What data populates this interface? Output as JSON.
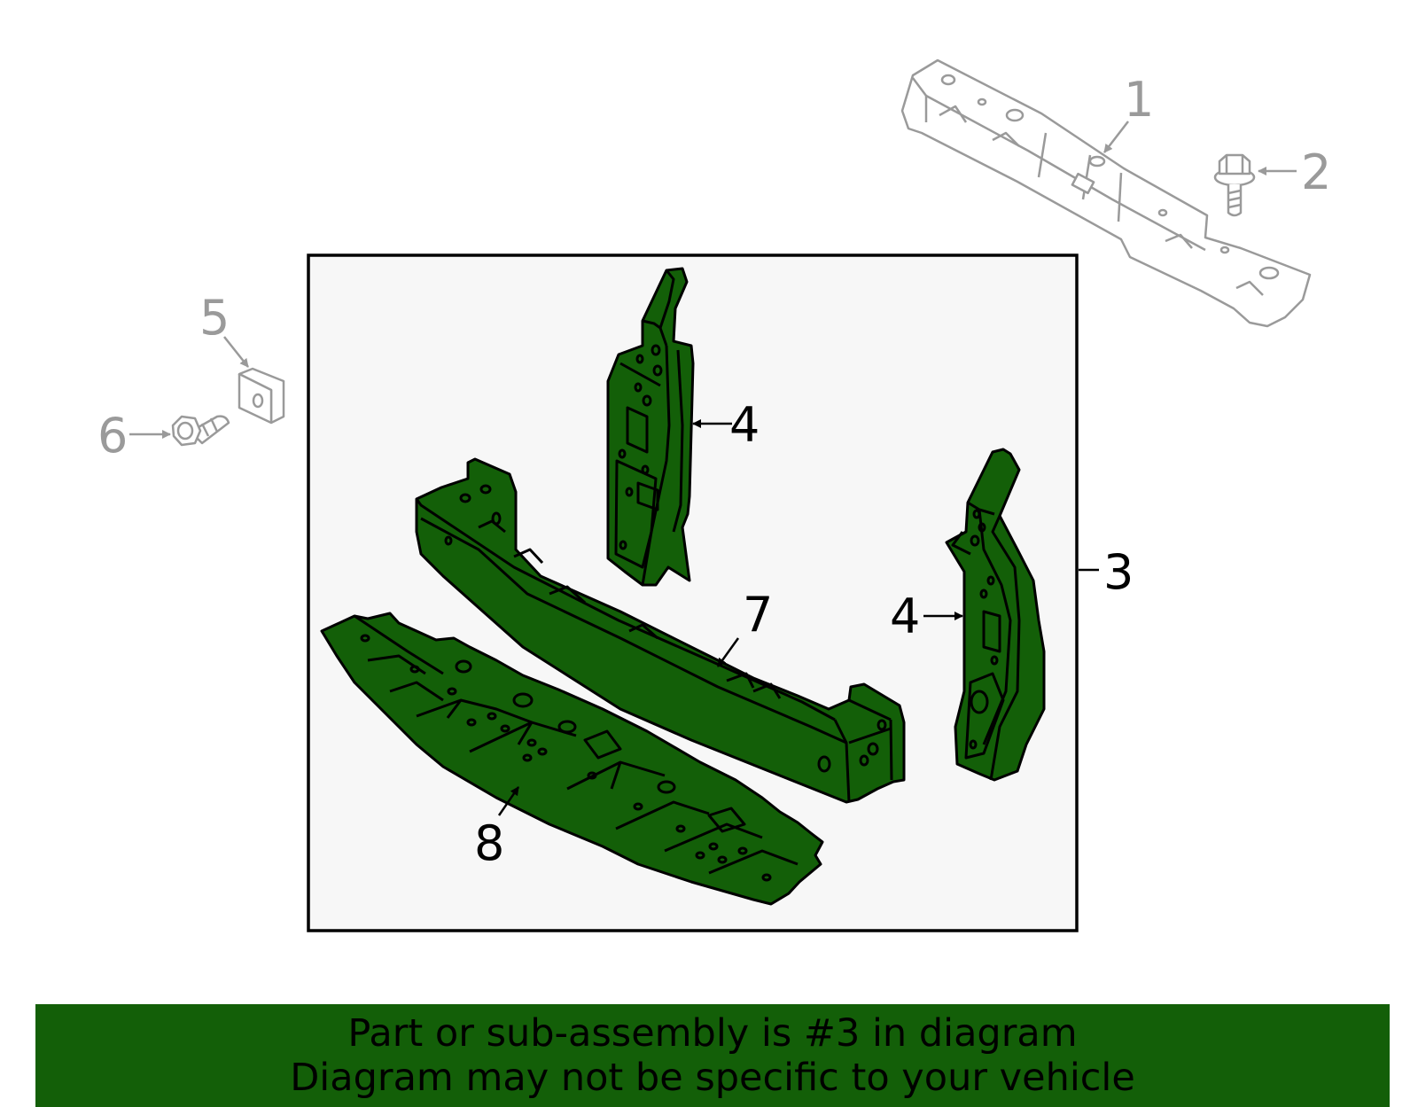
{
  "colors": {
    "part_fill": "#135f08",
    "outline_grey": "#9a9a9a",
    "box_fill": "#f7f7f7",
    "banner_bg": "#135f08"
  },
  "callouts": {
    "c1": "1",
    "c2": "2",
    "c3": "3",
    "c4a": "4",
    "c4b": "4",
    "c5": "5",
    "c6": "6",
    "c7": "7",
    "c8": "8"
  },
  "banner": {
    "line1": "Part or sub-assembly is #3 in diagram",
    "line2": "Diagram may not be specific to your vehicle"
  }
}
